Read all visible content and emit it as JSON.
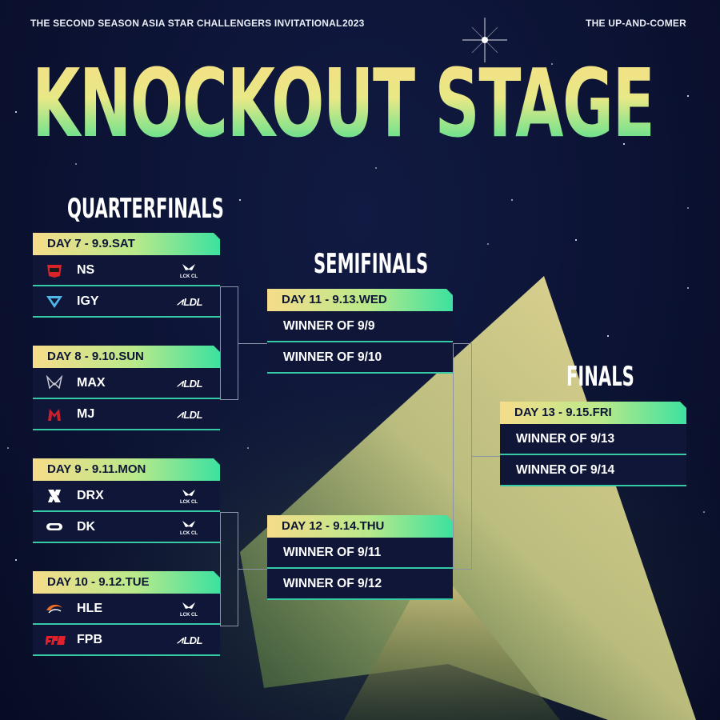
{
  "header": {
    "event": "THE SECOND SEASON  ASIA STAR CHALLENGERS INVITATIONAL",
    "year": "2023",
    "tagline": "THE UP-AND-COMER"
  },
  "title": "KNOCKOUT  STAGE",
  "rounds": {
    "quarterfinals": "QUARTERFINALS",
    "semifinals": "SEMIFINALS",
    "finals": "FINALS"
  },
  "league_labels": {
    "lck": "LCK CL",
    "ldl": "LDL"
  },
  "quarterfinals": [
    {
      "day": "DAY 7 - 9.9.SAT",
      "teams": [
        {
          "name": "NS",
          "league": "LCK CL",
          "logo": "ns-logo"
        },
        {
          "name": "IGY",
          "league": "LDL",
          "logo": "igy-logo"
        }
      ]
    },
    {
      "day": "DAY 8 - 9.10.SUN",
      "teams": [
        {
          "name": "MAX",
          "league": "LDL",
          "logo": "max-logo"
        },
        {
          "name": "MJ",
          "league": "LDL",
          "logo": "mj-logo"
        }
      ]
    },
    {
      "day": "DAY 9 - 9.11.MON",
      "teams": [
        {
          "name": "DRX",
          "league": "LCK CL",
          "logo": "drx-logo"
        },
        {
          "name": "DK",
          "league": "LCK CL",
          "logo": "dk-logo"
        }
      ]
    },
    {
      "day": "DAY 10 - 9.12.TUE",
      "teams": [
        {
          "name": "HLE",
          "league": "LCK CL",
          "logo": "hle-logo"
        },
        {
          "name": "FPB",
          "league": "LDL",
          "logo": "fpb-logo"
        }
      ]
    }
  ],
  "semifinals": [
    {
      "day": "DAY 11 - 9.13.WED",
      "slots": [
        "WINNER OF 9/9",
        "WINNER OF 9/10"
      ]
    },
    {
      "day": "DAY 12 - 9.14.THU",
      "slots": [
        "WINNER OF 9/11",
        "WINNER OF 9/12"
      ]
    }
  ],
  "final": {
    "day": "DAY 13 - 9.15.FRI",
    "slots": [
      "WINNER OF 9/13",
      "WINNER OF 9/14"
    ]
  },
  "colors": {
    "background": "#0b1232",
    "accent_gold": "#f6dc8a",
    "accent_green": "#3ce1a0",
    "card": "#0f1638"
  }
}
